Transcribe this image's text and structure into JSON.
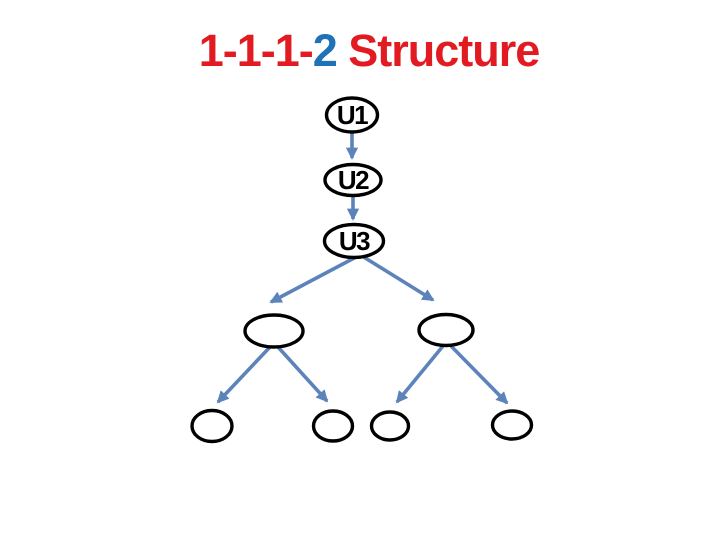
{
  "slide": {
    "title": {
      "full_text": "1-1-1-2 Structure",
      "segments": [
        {
          "text": "1-1-1-",
          "color": "#E21B23"
        },
        {
          "text": "2",
          "color": "#1F72B8"
        },
        {
          "text": " Structure",
          "color": "#E21B23"
        }
      ]
    },
    "diagram": {
      "type": "tree",
      "labeled_nodes": [
        {
          "id": "u1",
          "label": "U1"
        },
        {
          "id": "u2",
          "label": "U2"
        },
        {
          "id": "u3",
          "label": "U3"
        }
      ],
      "unlabeled_node_count": 6,
      "structure": [
        "U1 -> U2",
        "U2 -> U3",
        "U3 -> left-branch-node",
        "U3 -> right-branch-node",
        "left-branch-node -> leaf-1",
        "left-branch-node -> leaf-2",
        "right-branch-node -> leaf-3",
        "right-branch-node -> leaf-4"
      ],
      "colors": {
        "arrow": "#5C84BB",
        "node_outline": "#000000",
        "node_fill": "#FFFFFF",
        "background": "#FFFFFF"
      }
    }
  }
}
